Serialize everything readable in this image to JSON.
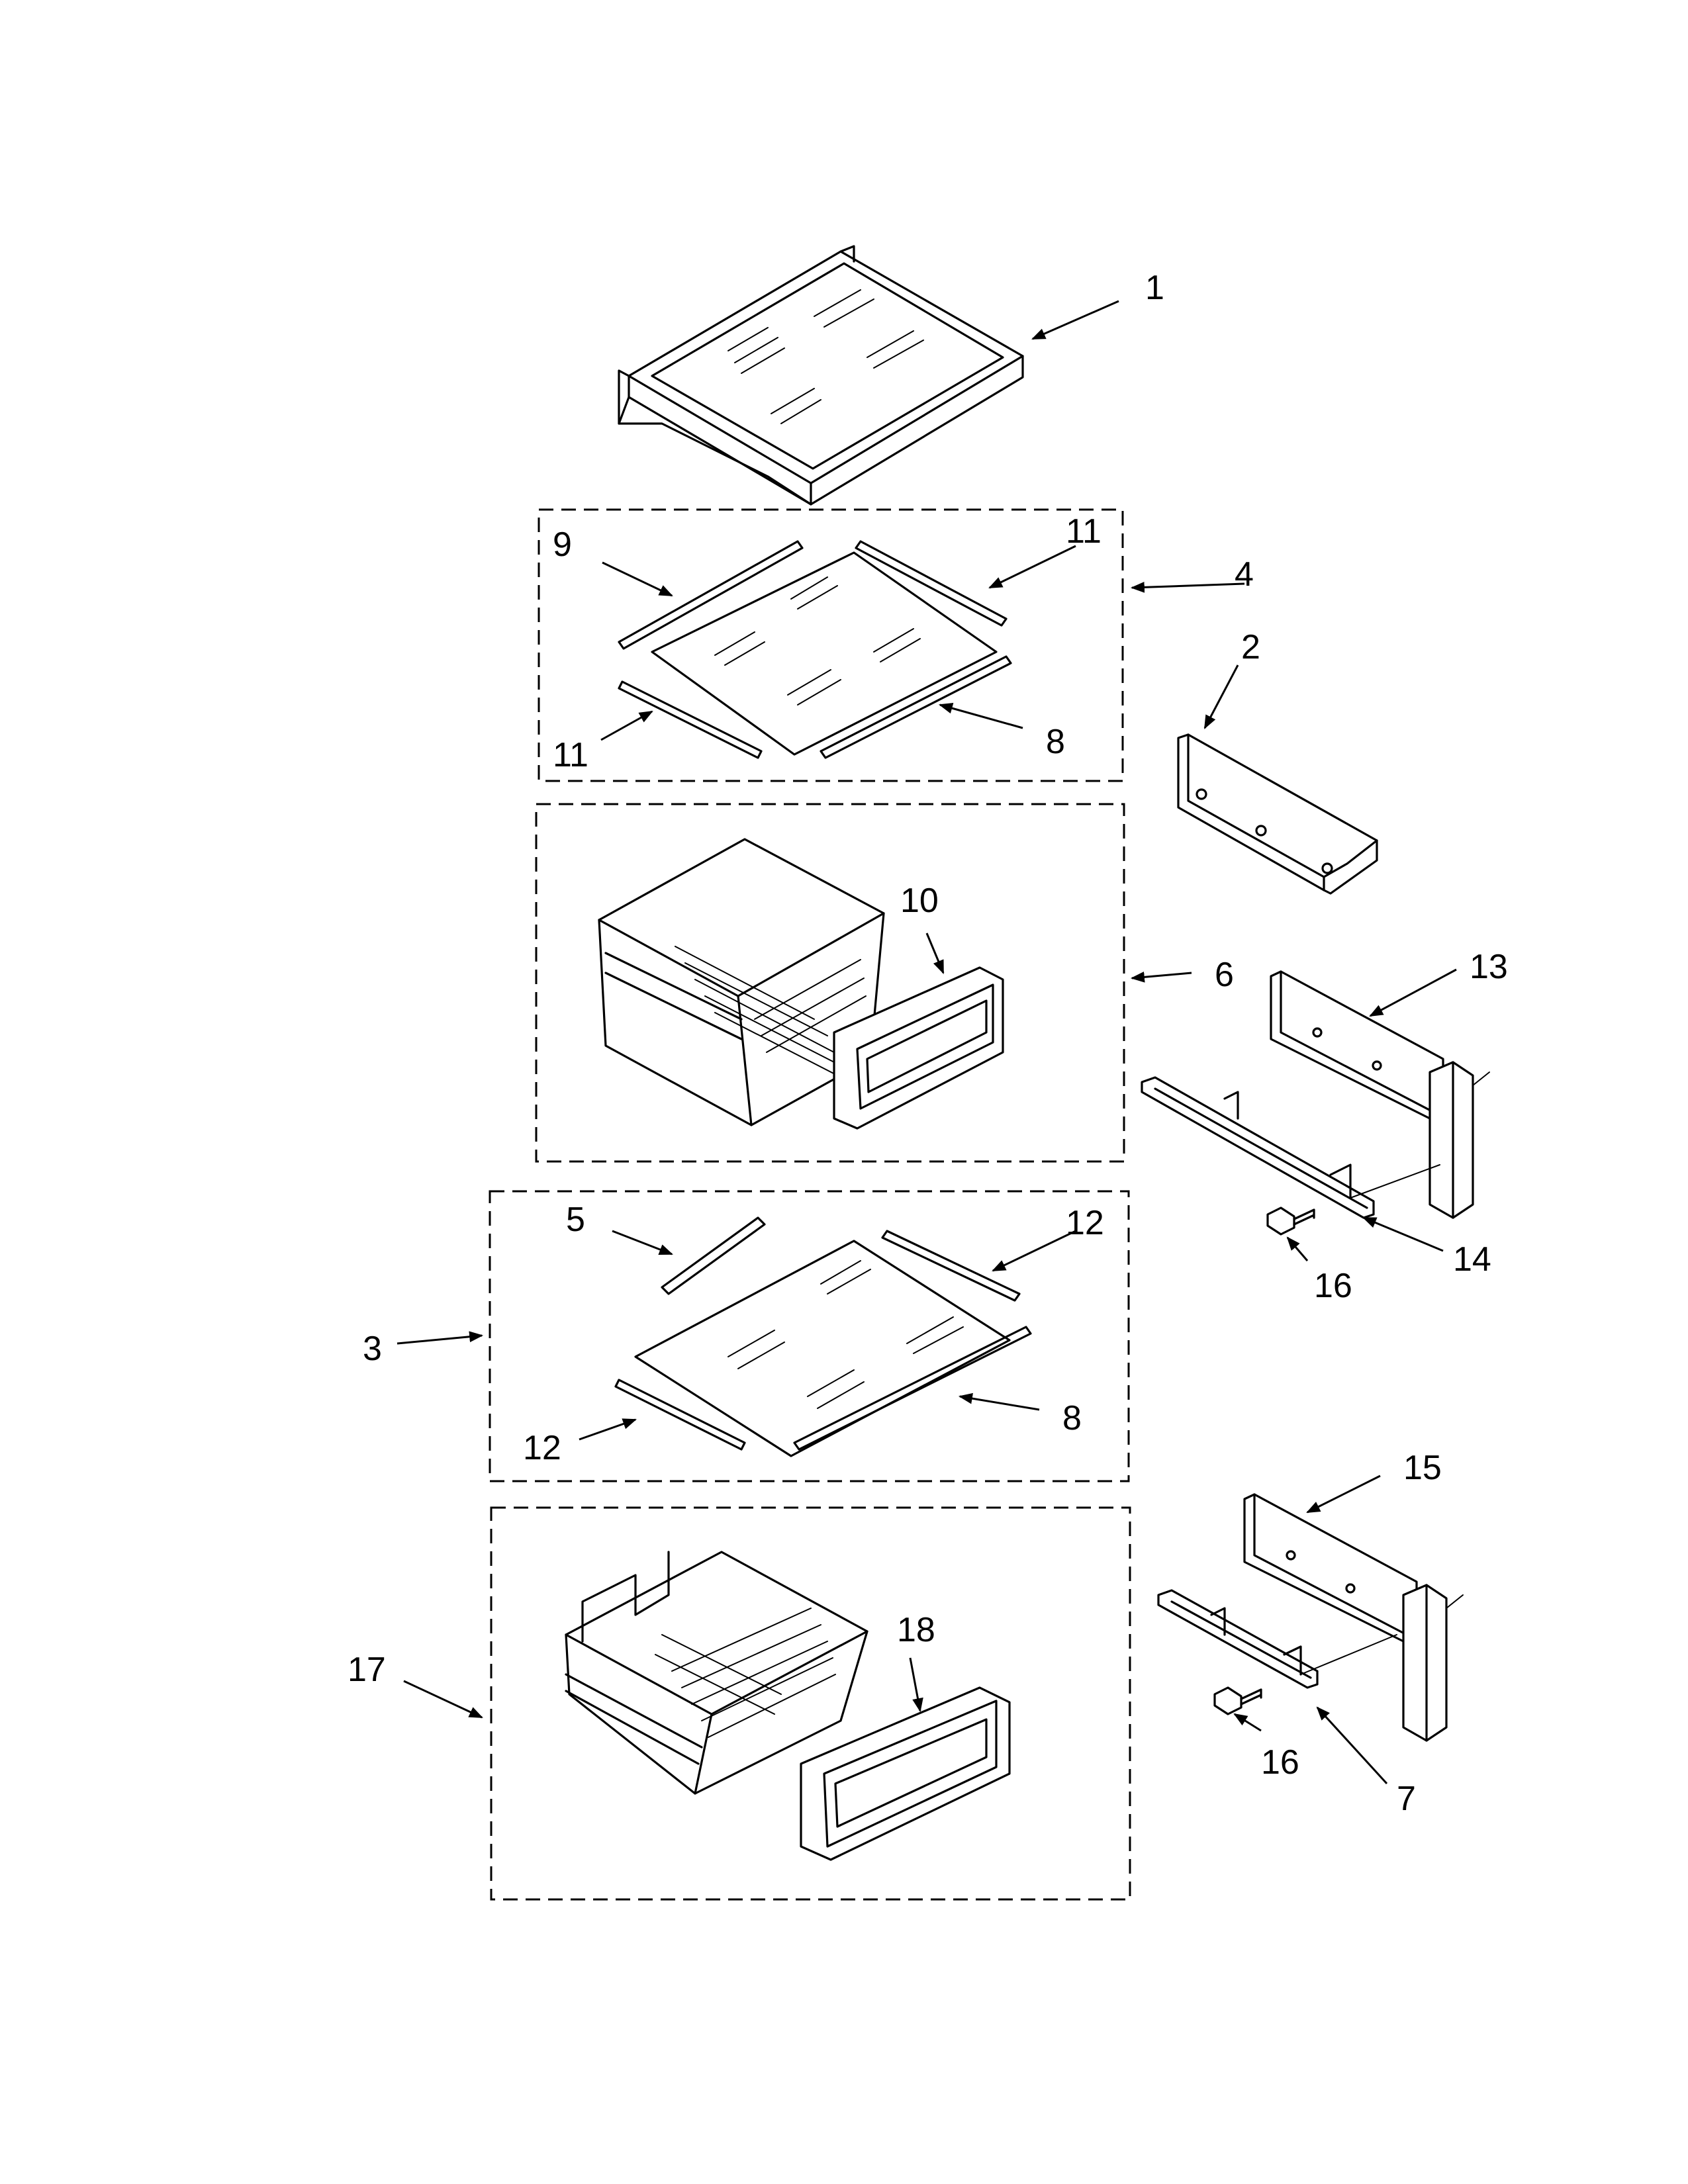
{
  "callouts": {
    "c1": "1",
    "c2": "2",
    "c3": "3",
    "c4": "4",
    "c5": "5",
    "c6": "6",
    "c7": "7",
    "c8a": "8",
    "c8b": "8",
    "c9": "9",
    "c10": "10",
    "c11a": "11",
    "c11b": "11",
    "c12a": "12",
    "c12b": "12",
    "c13": "13",
    "c14": "14",
    "c15": "15",
    "c16a": "16",
    "c16b": "16",
    "c17": "17",
    "c18": "18"
  }
}
